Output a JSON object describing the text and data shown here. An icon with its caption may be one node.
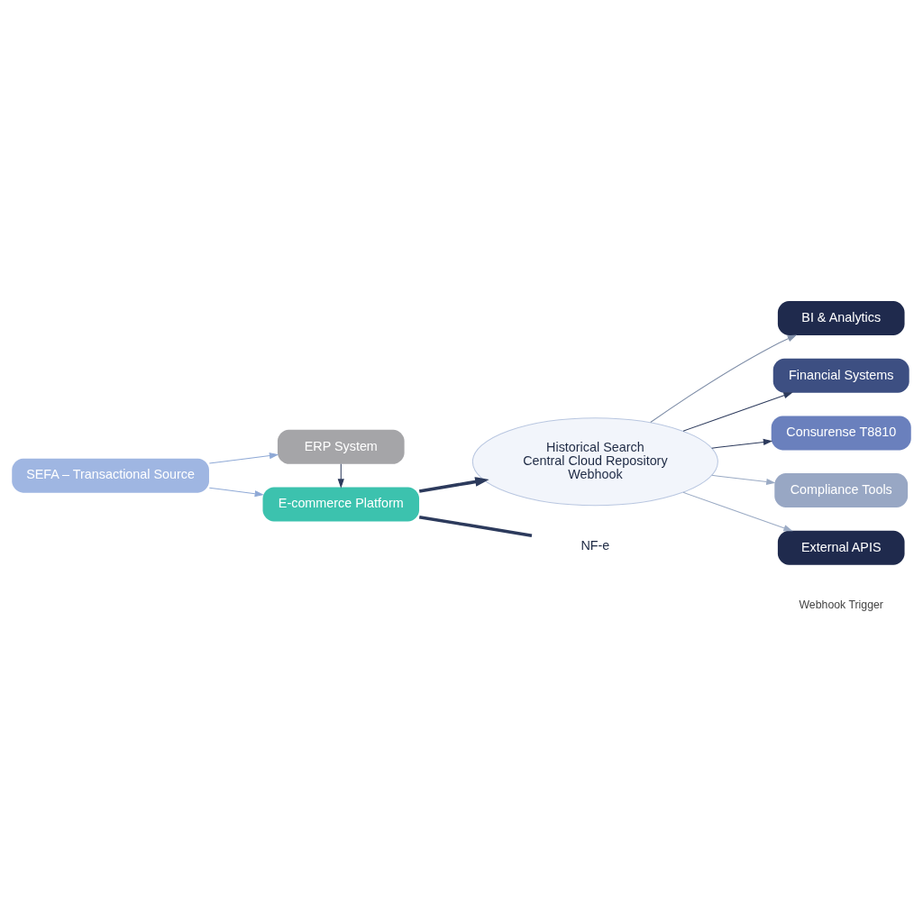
{
  "diagram": {
    "nodes": [
      {
        "text": [
          "SEFA – Transactional Source"
        ]
      },
      {
        "text": [
          "ERP System"
        ]
      },
      {
        "text": [
          "E-commerce Platform"
        ]
      },
      {
        "text": [
          "Historical Search",
          "Central Cloud Repository",
          "Webhook"
        ]
      },
      {
        "text": [
          "BI & Analytics"
        ]
      },
      {
        "text": [
          "Financial Systems"
        ]
      },
      {
        "text": [
          "Consurense T8810"
        ]
      },
      {
        "text": [
          "Compliance Tools"
        ]
      },
      {
        "text": [
          "External APIS"
        ]
      },
      {
        "text": [
          "NF-e"
        ]
      }
    ],
    "edges": [
      {
        "from": 0,
        "to": 1,
        "arrow": "to",
        "color": "#8fa9d6"
      },
      {
        "from": 0,
        "to": 2,
        "arrow": "to",
        "color": "#8fa9d6"
      },
      {
        "from": 1,
        "to": 2,
        "arrow": "to"
      },
      {
        "from": 2,
        "to": 3,
        "arrow": "to",
        "style": "thick"
      },
      {
        "from": 2,
        "to": 9,
        "arrow": "none",
        "style": "thick"
      },
      {
        "from": 3,
        "to": 4,
        "arrow": "to",
        "color": "#7f8ea8"
      },
      {
        "from": 3,
        "to": 5,
        "arrow": "to"
      },
      {
        "from": 3,
        "to": 6,
        "arrow": "to"
      },
      {
        "from": 3,
        "to": 7,
        "arrow": "to",
        "color": "#9aaac4"
      },
      {
        "from": 3,
        "to": 8,
        "arrow": "to",
        "color": "#9aaac4"
      }
    ],
    "labels": [
      "Webhook Trigger"
    ]
  }
}
